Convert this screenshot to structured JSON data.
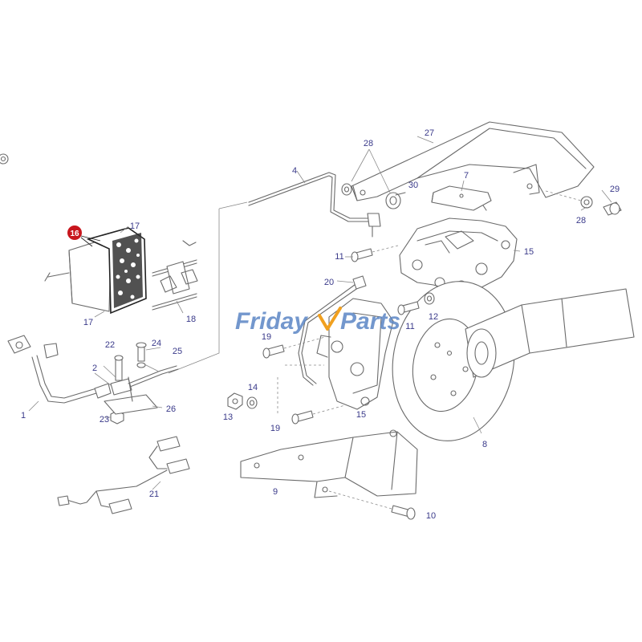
{
  "diagram": {
    "highlight_color": "#c8161d",
    "callout_color": "#3a3a8a",
    "highlighted_part": "16",
    "callouts": {
      "c1": "1",
      "c2": "2",
      "c4": "4",
      "c7": "7",
      "c8": "8",
      "c9": "9",
      "c10": "10",
      "c11a": "11",
      "c11b": "11",
      "c12": "12",
      "c13": "13",
      "c14": "14",
      "c15a": "15",
      "c15b": "15",
      "c17a": "17",
      "c17b": "17",
      "c18": "18",
      "c19a": "19",
      "c19b": "19",
      "c20": "20",
      "c21": "21",
      "c22": "22",
      "c23": "23",
      "c24": "24",
      "c25": "25",
      "c26": "26",
      "c27": "27",
      "c28a": "28",
      "c28b": "28",
      "c29": "29",
      "c30": "30"
    }
  },
  "watermark": {
    "part1": "Friday",
    "part2": "Parts",
    "color": "#5b86c5",
    "accent": "#f0a020"
  }
}
